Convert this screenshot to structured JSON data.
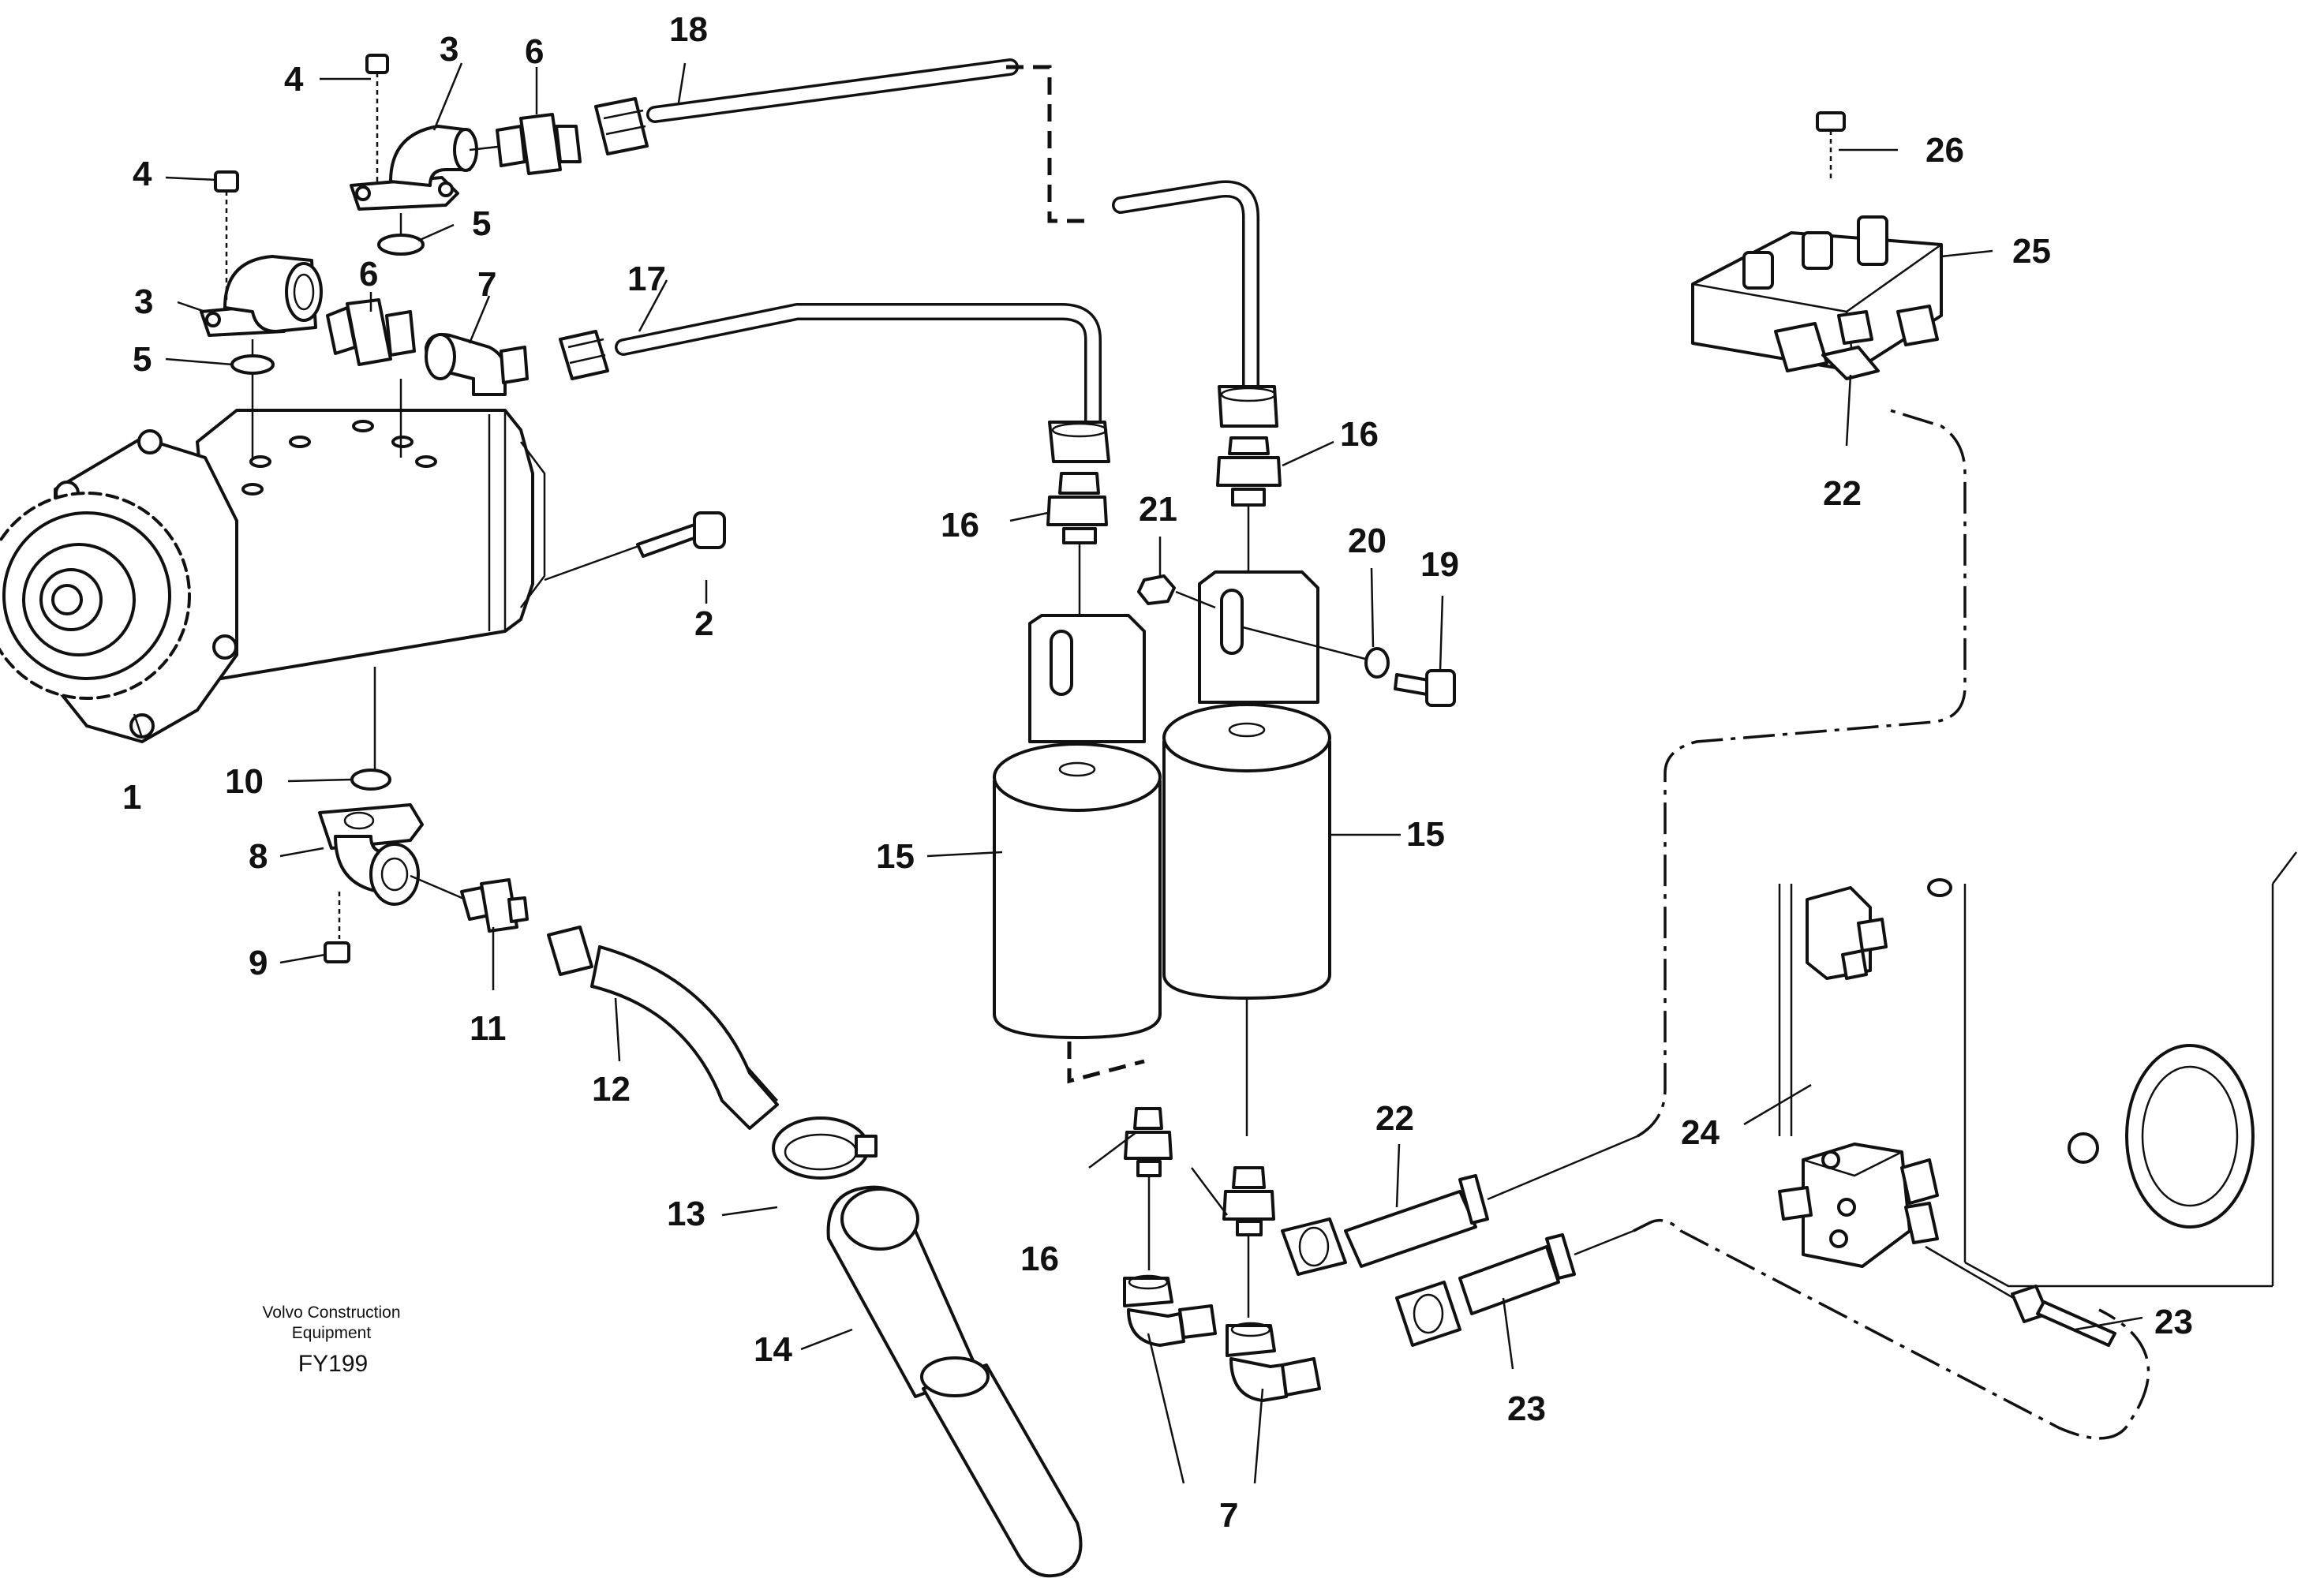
{
  "caption": {
    "brand_line1": "Volvo Construction",
    "brand_line2": "Equipment",
    "code": "FY199"
  },
  "callouts": {
    "c1": "1",
    "c2": "2",
    "c3a": "3",
    "c3b": "3",
    "c4a": "4",
    "c4b": "4",
    "c5a": "5",
    "c5b": "5",
    "c6a": "6",
    "c6b": "6",
    "c7a": "7",
    "c7b": "7",
    "c8": "8",
    "c9": "9",
    "c10": "10",
    "c11": "11",
    "c12": "12",
    "c13": "13",
    "c14": "14",
    "c15a": "15",
    "c15b": "15",
    "c16a": "16",
    "c16b": "16",
    "c16c": "16",
    "c17": "17",
    "c18": "18",
    "c19": "19",
    "c20": "20",
    "c21": "21",
    "c22a": "22",
    "c22b": "22",
    "c23a": "23",
    "c23b": "23",
    "c24": "24",
    "c25": "25",
    "c26": "26"
  }
}
